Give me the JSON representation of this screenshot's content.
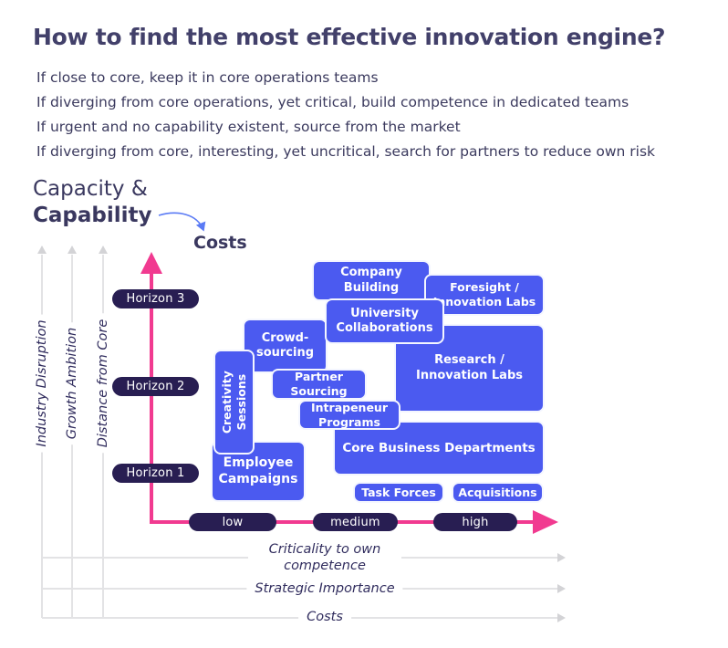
{
  "title": "How to find the most effective innovation engine?",
  "intro": {
    "bullet1": "If close to core, keep it in core operations teams",
    "bullet2": "If diverging from core operations, yet critical, build competence in dedicated teams",
    "bullet3": "If urgent and no capability existent, source from the market",
    "bullet4": "If diverging from core, interesting, yet uncritical, search for partners to reduce own risk"
  },
  "y_axis": {
    "label_regular": "Capacity &",
    "label_bold": "Capability",
    "callout": "Costs"
  },
  "horizons": [
    "Horizon 3",
    "Horizon 2",
    "Horizon 1"
  ],
  "x_ticks": [
    "low",
    "medium",
    "high"
  ],
  "aux_axes": {
    "vertical": [
      "Industry Disruption",
      "Growth Ambition",
      "Distance from Core"
    ],
    "horizontal": [
      "Criticality to own competence",
      "Strategic Importance",
      "Costs"
    ]
  },
  "boxes": [
    {
      "id": "company-building",
      "label": "Company Building",
      "lines": [
        "Company",
        "Building"
      ]
    },
    {
      "id": "foresight-innovation-labs",
      "label": "Foresight / Innovation Labs",
      "lines": [
        "Foresight /",
        "Innovation Labs"
      ]
    },
    {
      "id": "crowd-sourcing",
      "label": "Crowd-sourcing",
      "lines": [
        "Crowd-",
        "sourcing"
      ]
    },
    {
      "id": "research-innovation-labs",
      "label": "Research / Innovation Labs",
      "lines": [
        "Research /",
        "Innovation Labs"
      ]
    },
    {
      "id": "university-collaborations",
      "label": "University Collaborations",
      "lines": [
        "University",
        "Collaborations"
      ]
    },
    {
      "id": "partner-sourcing",
      "label": "Partner Sourcing",
      "lines": [
        "Partner",
        "Sourcing"
      ]
    },
    {
      "id": "employee-campaigns",
      "label": "Employee Campaigns",
      "lines": [
        "Employee",
        "Campaigns"
      ]
    },
    {
      "id": "creativity-sessions",
      "label": "Creativity Sessions",
      "lines": [
        "Creativity",
        "Sessions"
      ]
    },
    {
      "id": "core-business-departments",
      "label": "Core Business Departments",
      "lines": [
        "Core Business Departments"
      ]
    },
    {
      "id": "intrapeneur-programs",
      "label": "Intrapeneur Programs",
      "lines": [
        "Intrapeneur",
        "Programs"
      ]
    },
    {
      "id": "task-forces",
      "label": "Task Forces",
      "lines": [
        "Task Forces"
      ]
    },
    {
      "id": "acquisitions",
      "label": "Acquisitions",
      "lines": [
        "Acquisitions"
      ]
    }
  ],
  "colors": {
    "accent_pink": "#F13A90",
    "pill_navy": "#281E52",
    "box_blue": "#4B5AF0",
    "box_text": "#FFFFFF",
    "heading_text": "#42406A",
    "body_text": "#3B3A5E",
    "aux_line_gray": "#E3E3E5",
    "callout_arrow_blue": "#5B7BF5"
  }
}
